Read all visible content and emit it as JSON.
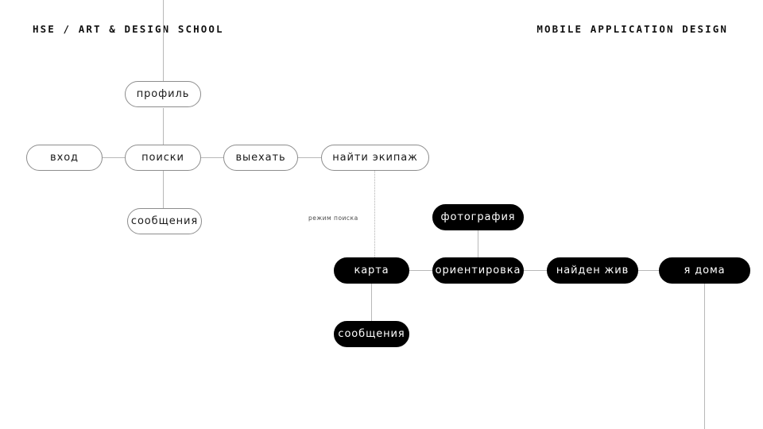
{
  "header": {
    "left": "HSE / ART & DESIGN SCHOOL",
    "right": "MOBILE APPLICATION DESIGN"
  },
  "colors": {
    "background": "#ffffff",
    "node_light_fill": "#ffffff",
    "node_light_border": "#8d8d8d",
    "node_dark_fill": "#000000",
    "node_dark_text": "#ffffff",
    "connector": "#b8b8b8",
    "text": "#1a1a1a",
    "annotation_text": "#4a4a4a"
  },
  "flow": {
    "light_nodes": [
      {
        "id": "profil",
        "label": "профиль"
      },
      {
        "id": "vhod",
        "label": "вход"
      },
      {
        "id": "poiski",
        "label": "поиски"
      },
      {
        "id": "vyehat",
        "label": "выехать"
      },
      {
        "id": "najti-ekipazh",
        "label": "найти экипаж"
      },
      {
        "id": "soobshcheniya-top",
        "label": "сообщения"
      }
    ],
    "dark_nodes": [
      {
        "id": "fotografiya",
        "label": "фотография"
      },
      {
        "id": "karta",
        "label": "карта"
      },
      {
        "id": "orientirovka",
        "label": "ориентировка"
      },
      {
        "id": "najden-zhiv",
        "label": "найден жив"
      },
      {
        "id": "ya-doma",
        "label": "я дома"
      },
      {
        "id": "soobshcheniya-bottom",
        "label": "сообщения"
      }
    ],
    "annotations": [
      {
        "id": "rezhim-poiska",
        "label": "режим поиска"
      }
    ]
  }
}
